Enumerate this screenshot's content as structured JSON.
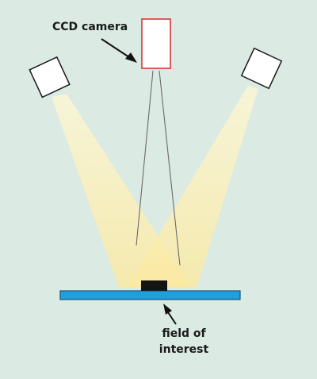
{
  "labels": {
    "camera": "CCD camera",
    "field_line1": "field of",
    "field_line2": "interest"
  },
  "colors": {
    "background": "#dbeae3",
    "light_beam": "#fbe9a0",
    "light_beam_edge": "#fff6c8",
    "stage": "#1ea0dc",
    "stage_outline": "#1d4f7a",
    "sample": "#151515",
    "camera_outline": "#d62a2a",
    "lamp_fill": "#ffffff",
    "sightline": "#6b6b6b",
    "arrow": "#111111"
  },
  "icons": [
    "ccd-camera-icon",
    "lamp-left-icon",
    "lamp-right-icon",
    "stage-icon",
    "sample-icon"
  ]
}
